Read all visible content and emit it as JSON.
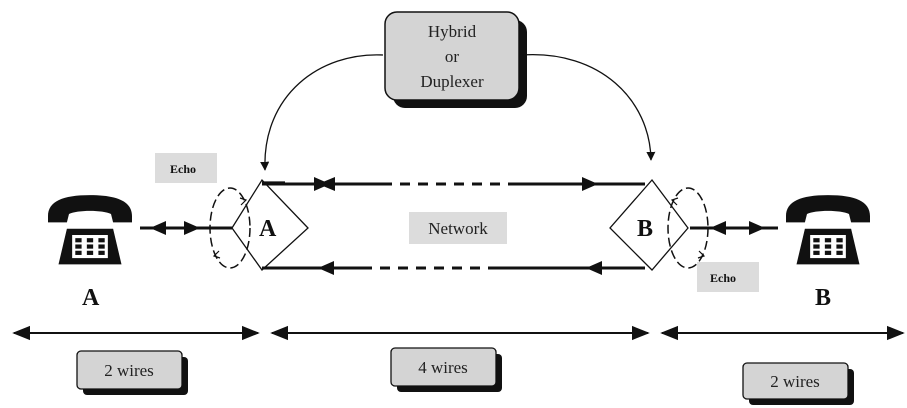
{
  "hybrid_box": {
    "line1": "Hybrid",
    "line2": "or",
    "line3": "Duplexer"
  },
  "echo_left": "Echo",
  "echo_right": "Echo",
  "hybrid_a_label": "A",
  "hybrid_b_label": "B",
  "network_label": "Network",
  "phone_a_label": "A",
  "phone_b_label": "B",
  "segments": {
    "left": "2 wires",
    "middle": "4 wires",
    "right": "2 wires"
  },
  "icons": {
    "phone_a": "telephone-icon",
    "phone_b": "telephone-icon"
  },
  "colors": {
    "box_fill": "#d4d4d4",
    "shadow": "#111111",
    "line": "#111111",
    "label_bg": "#dcdcdc"
  }
}
